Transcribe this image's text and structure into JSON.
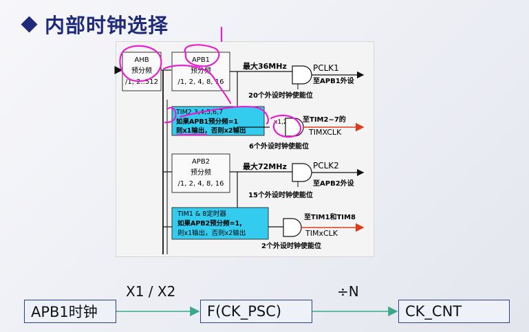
{
  "title": "内部时钟选择",
  "diagram": {
    "ahb_box": [
      "AHB",
      "预分频",
      "/1, 2..512"
    ],
    "apb1_box": [
      "APB1",
      "预分频",
      "/1, 2, 4, 8, 16"
    ],
    "apb1_max": "最大36MHz",
    "pclk1": "PCLK1",
    "to_apb1": "至APB1外设",
    "enable20": "20个外设时钟使能位",
    "tim_box1": [
      "TIM2,3,4,5,6,7",
      "如果APB1预分频=1",
      "则x1输出，否则x2输出"
    ],
    "x2_label": "x1,2",
    "to_tim27": "至TIM2~7的",
    "timxclk_upper": "TIMXCLK",
    "enable6": "6个外设时钟使能位",
    "apb2_box": [
      "APB2",
      "预分频",
      "/1, 2, 4, 8, 16"
    ],
    "apb2_max": "最大72MHz",
    "pclk2": "PCLK2",
    "to_apb2": "至APB2外设",
    "enable15": "15个外设时钟使能位",
    "tim_box2": [
      "TIM1 & 8定时器",
      "如果APB2预分频=1,",
      "则x1输出，否则x2输出"
    ],
    "to_tim18": "至TIM1和TIM8",
    "timxclk_lower": "TIMxCLK",
    "enable2": "2个外设时钟使能位"
  },
  "flow": {
    "box1": "APB1时钟",
    "label1": "X1 / X2",
    "box2": "F(CK_PSC)",
    "label2": "÷N",
    "box3": "CK_CNT"
  },
  "colors": {
    "title": "#1f2a7a",
    "tim_box_fill": "#33ccee",
    "annotation": "#e81fd0",
    "flow_arrow": "#3aa88a",
    "timer_arrow": "#e03a1c"
  }
}
